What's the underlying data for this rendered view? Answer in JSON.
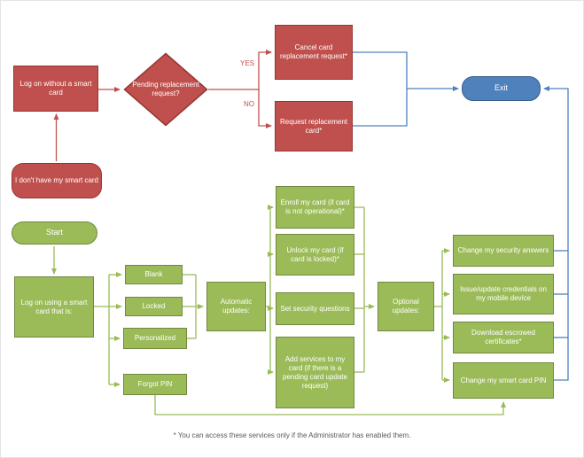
{
  "nodes": {
    "no_card": {
      "label": "I don't have my smart card"
    },
    "log_on_without": {
      "label": "Log on without a smart card"
    },
    "pending_request": {
      "label": "Pending replacement request?"
    },
    "cancel_request": {
      "label": "Cancel card replacement request*"
    },
    "request_card": {
      "label": "Request replacement card*"
    },
    "exit": {
      "label": "Exit"
    },
    "start": {
      "label": "Start"
    },
    "log_on_using": {
      "label": "Log on using a smart card that is:"
    },
    "blank": {
      "label": "Blank"
    },
    "locked": {
      "label": "Locked"
    },
    "personalized": {
      "label": "Personalized"
    },
    "forgot_pin": {
      "label": "Forgot PIN"
    },
    "automatic_updates": {
      "label": "Automatic updates:"
    },
    "enroll_card": {
      "label": "Enroll my card (if card is not operational)*"
    },
    "unlock_card": {
      "label": "Unlock my card (if card is locked)*"
    },
    "set_security": {
      "label": "Set security questions"
    },
    "add_services": {
      "label": "Add services to my card (if there is a pending card update request)"
    },
    "optional_updates": {
      "label": "Optional updates:"
    },
    "change_answers": {
      "label": "Change my security answers"
    },
    "issue_credentials": {
      "label": "Issue/update credentials on my mobile device"
    },
    "download_certs": {
      "label": "Download escrowed certificates*"
    },
    "change_pin": {
      "label": "Change my smart card PIN"
    }
  },
  "edge_labels": {
    "yes": "YES",
    "no": "NO"
  },
  "footnote": "* You can access these services only if the Administrator has enabled them.",
  "colors": {
    "red_fill": "#C0504D",
    "red_border": "#943634",
    "green_fill": "#9BBB59",
    "green_border": "#71893F",
    "blue_fill": "#4F81BD",
    "blue_border": "#385D8A"
  }
}
